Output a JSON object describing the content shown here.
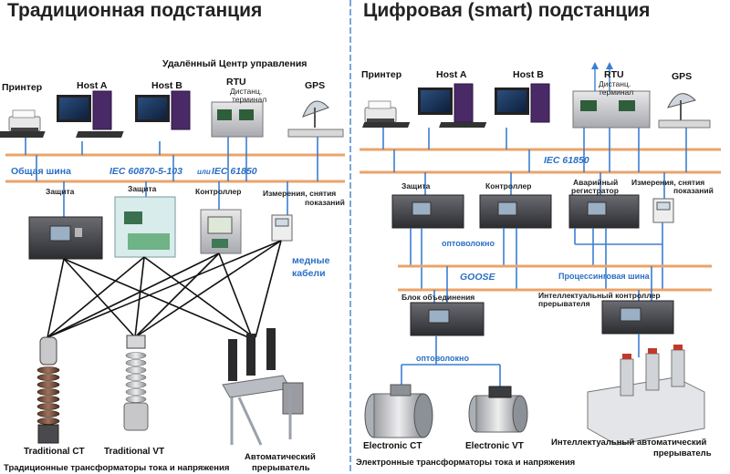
{
  "titles": {
    "left": "Традиционная подстанция",
    "right": "Цифровая (smart) подстанция"
  },
  "left": {
    "control_center": "Удалённый Центр управления",
    "printer": "Принтер",
    "host_a": "Host A",
    "host_b": "Host B",
    "rtu": "RTU",
    "rtu_sub1": "Дистанц.",
    "rtu_sub2": "терминал",
    "gps": "GPS",
    "bus": "Общая шина",
    "protocol_a": "IEC 60870-5-103",
    "protocol_or": "или",
    "protocol_b": "IEC 61850",
    "protection_1": "Защита",
    "protection_2": "Защита",
    "controller": "Контроллер",
    "metering_1": "Измерения, снятия",
    "metering_2": "показаний",
    "copper_1": "медные",
    "copper_2": "кабели",
    "ct": "Traditional CT",
    "vt": "Traditional VT",
    "breaker_1": "Автоматический",
    "breaker_2": "прерыватель",
    "caption": "Традиционные трансформаторы тока и напряжения"
  },
  "right": {
    "printer": "Принтер",
    "host_a": "Host A",
    "host_b": "Host B",
    "rtu": "RTU",
    "rtu_sub1": "Дистанц.",
    "rtu_sub2": "терминал",
    "gps": "GPS",
    "protocol": "IEC 61850",
    "protection": "Защита",
    "controller": "Контроллер",
    "fault_rec_1": "Аварийный",
    "fault_rec_2": "регистратор",
    "metering_1": "Измерения, снятия",
    "metering_2": "показаний",
    "fiber_1": "оптоволокно",
    "goose": "GOOSE",
    "process_bus": "Процессинговая шина",
    "merging_unit": "Блок объединения",
    "ibc_1": "Интеллектуальный контроллер",
    "ibc_2": "прерывателя",
    "fiber_2": "оптоволокно",
    "ect": "Electronic CT",
    "evt": "Electronic VT",
    "smart_breaker_1": "Интеллектуальный автоматический",
    "smart_breaker_2": "прерыватель",
    "caption": "Электронные трансформаторы тока и напряжения"
  },
  "colors": {
    "bus_orange": "#e9a46b",
    "fiber_blue": "#3b7fd0",
    "divider": "#7aa6d8",
    "label_blue": "#2a6fc4"
  }
}
